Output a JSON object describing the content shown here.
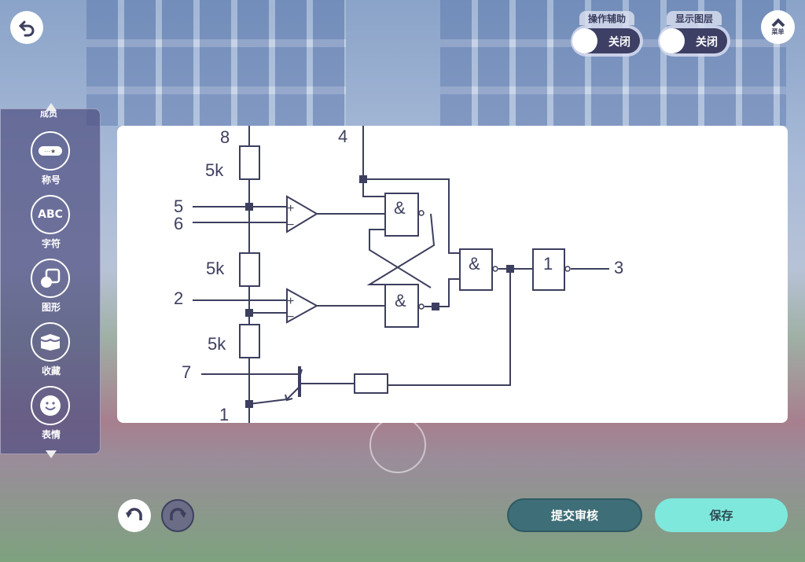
{
  "top_controls": {
    "assist": {
      "title": "操作辅助",
      "state": "关闭"
    },
    "layers": {
      "title": "显示图层",
      "state": "关闭"
    },
    "menu_label": "菜单"
  },
  "sidebar": {
    "partial_top_label": "成员",
    "items": [
      {
        "label": "称号",
        "icon": "title-badge-icon"
      },
      {
        "label": "字符",
        "icon": "abc-text-icon",
        "icon_text": "ABC"
      },
      {
        "label": "图形",
        "icon": "shapes-icon"
      },
      {
        "label": "收藏",
        "icon": "favorites-box-icon"
      },
      {
        "label": "表情",
        "icon": "smiley-icon"
      }
    ]
  },
  "circuit": {
    "pins": {
      "p8": "8",
      "p4": "4",
      "p5": "5",
      "p6": "6",
      "p2": "2",
      "p7": "7",
      "p1": "1",
      "p3": "3"
    },
    "resistors": [
      "5k",
      "5k",
      "5k"
    ],
    "comparator_plus": "+",
    "comparator_minus": "−",
    "and_gate": "&",
    "not_gate": "1"
  },
  "bottom": {
    "submit": "提交审核",
    "save": "保存"
  },
  "colors": {
    "teal": "#7ee8dc",
    "dark_teal": "#3e6e77",
    "line": "#3d3f5e"
  }
}
